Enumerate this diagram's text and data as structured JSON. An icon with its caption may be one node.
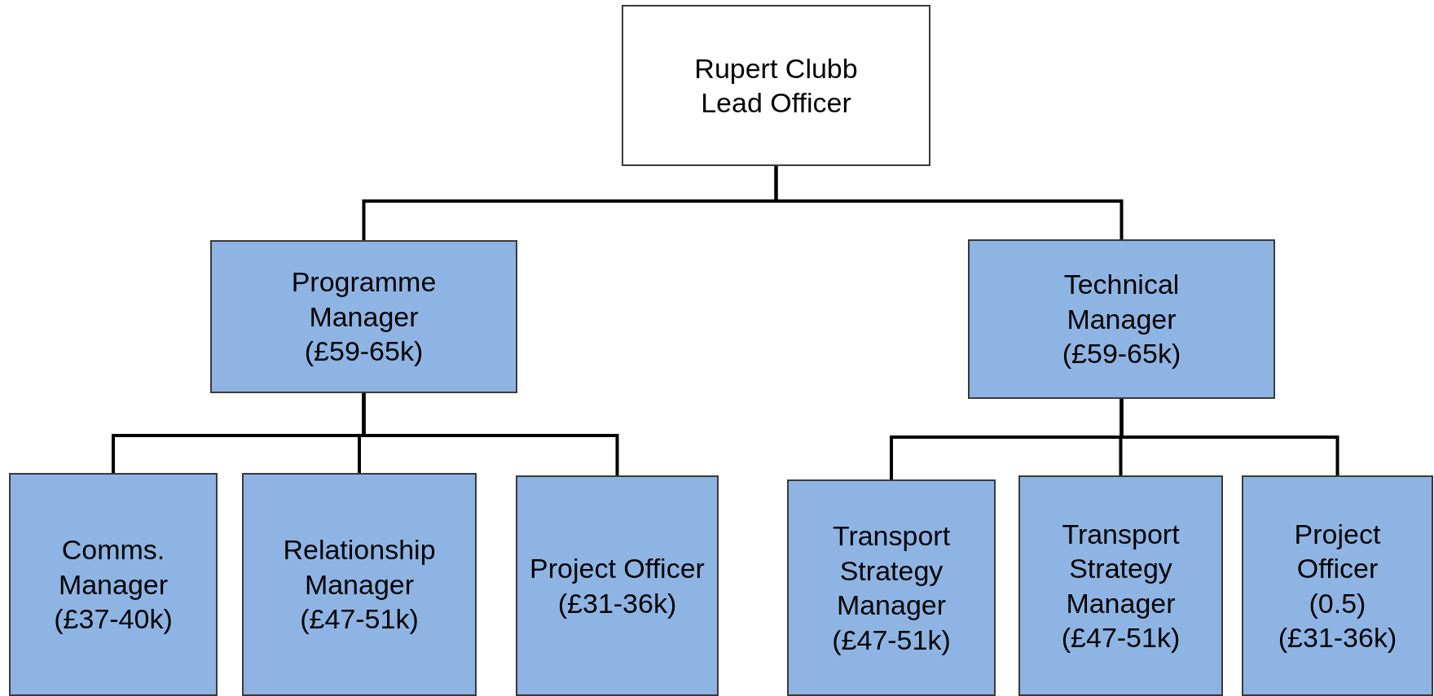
{
  "diagram": {
    "nodes": [
      {
        "text": [
          "Rupert Clubb",
          "Lead Officer"
        ]
      },
      {
        "text": [
          "Programme Manager",
          "(£59-65k)"
        ]
      },
      {
        "text": [
          "Technical Manager",
          "(£59-65k)"
        ]
      },
      {
        "text": [
          "Comms. Manager",
          "(£37-40k)"
        ]
      },
      {
        "text": [
          "Relationship Manager",
          "(£47-51k)"
        ]
      },
      {
        "text": [
          "Project Officer",
          "(£31-36k)"
        ]
      },
      {
        "text": [
          "Transport Strategy Manager",
          "(£47-51k)"
        ]
      },
      {
        "text": [
          "Transport Strategy Manager",
          "(£47-51k)"
        ]
      },
      {
        "text": [
          "Project Officer",
          "(0.5)",
          "(£31-36k)"
        ]
      }
    ],
    "edges": [
      {
        "from": 0,
        "to": 1,
        "arrow": "none"
      },
      {
        "from": 0,
        "to": 2,
        "arrow": "none"
      },
      {
        "from": 1,
        "to": 3,
        "arrow": "none"
      },
      {
        "from": 1,
        "to": 4,
        "arrow": "none"
      },
      {
        "from": 1,
        "to": 5,
        "arrow": "none"
      },
      {
        "from": 2,
        "to": 6,
        "arrow": "none"
      },
      {
        "from": 2,
        "to": 7,
        "arrow": "none"
      },
      {
        "from": 2,
        "to": 8,
        "arrow": "none"
      }
    ]
  }
}
